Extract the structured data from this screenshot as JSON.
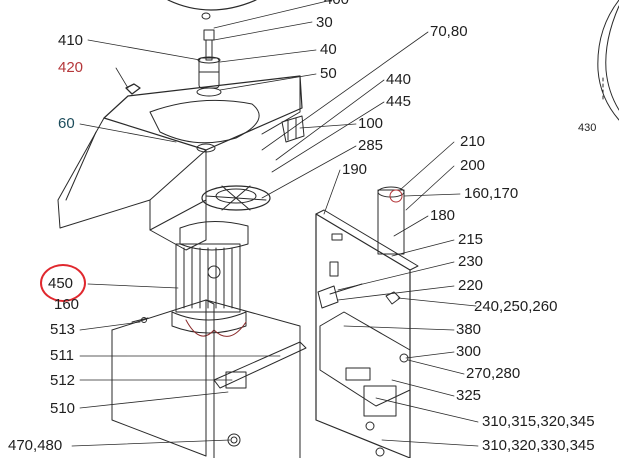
{
  "colors": {
    "line": "#2a2a2a",
    "highlight": "#e0282e",
    "red_label": "#b5373a",
    "teal_label": "#1d4d5c"
  },
  "labels": {
    "l400": "400",
    "l30": "30",
    "l410": "410",
    "l40": "40",
    "l420": "420",
    "l50": "50",
    "l7080": "70,80",
    "l440": "440",
    "l445": "445",
    "l60": "60",
    "l100": "100",
    "l430": "430",
    "l285": "285",
    "l210": "210",
    "l200": "200",
    "l190": "190",
    "l160170": "160,170",
    "l180": "180",
    "l215": "215",
    "l230": "230",
    "l450": "450",
    "l160b": "160",
    "l220": "220",
    "l240": "240,250,260",
    "l513": "513",
    "l380": "380",
    "l511": "511",
    "l300": "300",
    "l270": "270,280",
    "l512": "512",
    "l325": "325",
    "l510": "510",
    "l310a": "310,315,320,345",
    "l470": "470,480",
    "l310b": "310,320,330,345"
  }
}
